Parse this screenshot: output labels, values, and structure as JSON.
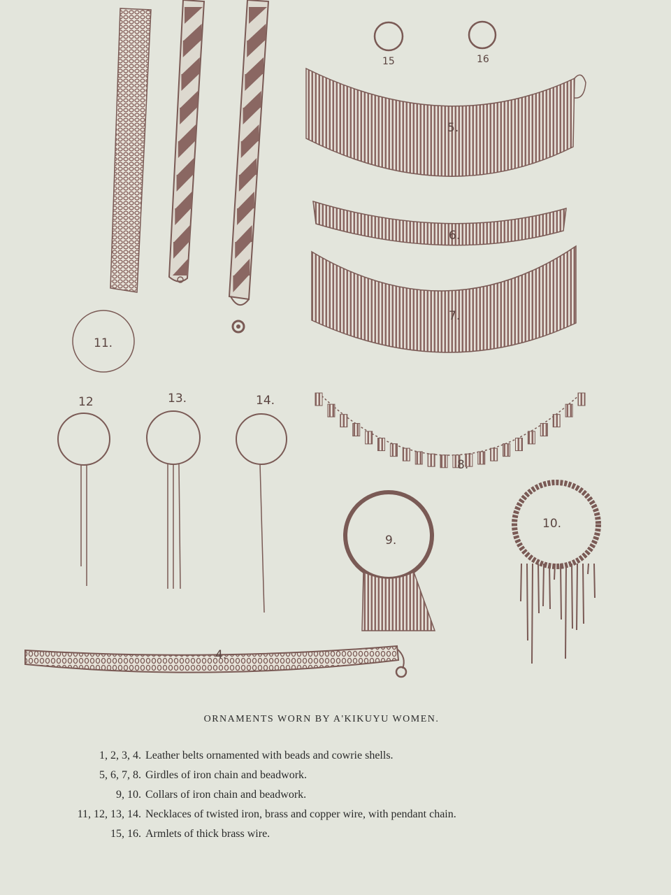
{
  "plate": {
    "figures": [
      {
        "id": "4",
        "label": "4."
      },
      {
        "id": "5",
        "label": "5."
      },
      {
        "id": "6",
        "label": "6."
      },
      {
        "id": "7",
        "label": "7."
      },
      {
        "id": "8",
        "label": "8."
      },
      {
        "id": "9",
        "label": "9."
      },
      {
        "id": "10",
        "label": "10."
      },
      {
        "id": "11",
        "label": "11."
      },
      {
        "id": "12",
        "label": "12"
      },
      {
        "id": "13",
        "label": "13."
      },
      {
        "id": "14",
        "label": "14."
      },
      {
        "id": "15",
        "label": "15"
      },
      {
        "id": "16",
        "label": "16"
      }
    ],
    "colors": {
      "ink": "#7a5a55",
      "paper": "#e3e5dc",
      "text": "#2a2a2a"
    }
  },
  "caption": "ORNAMENTS WORN BY A'KIKUYU WOMEN.",
  "legend": [
    {
      "numbers": "1, 2, 3, 4.",
      "text": "Leather belts ornamented with beads and cowrie shells."
    },
    {
      "numbers": "5, 6, 7, 8.",
      "text": "Girdles of iron chain and beadwork."
    },
    {
      "numbers": "9, 10.",
      "text": "Collars of iron chain and beadwork."
    },
    {
      "numbers": "11, 12, 13, 14.",
      "text": "Necklaces of twisted iron, brass and copper wire, with pendant chain."
    },
    {
      "numbers": "15, 16.",
      "text": "Armlets of thick brass wire."
    }
  ]
}
